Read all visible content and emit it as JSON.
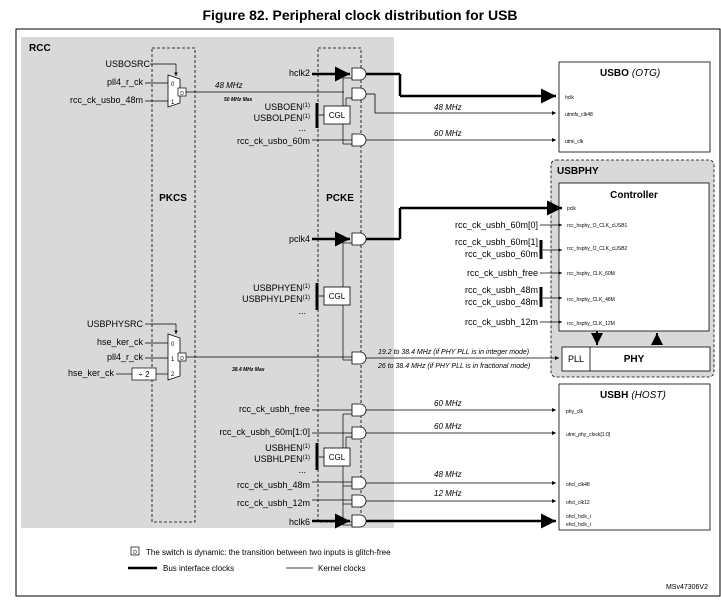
{
  "title": "Figure 82. Peripheral clock distribution for USB",
  "rcc": {
    "label": "RCC",
    "pkcs": "PKCS",
    "pcke": "PCKE",
    "mux1": {
      "sel": "USBOSRC",
      "in0": "pll4_r_ck",
      "in1": "rcc_ck_usbo_48m",
      "n0": "0",
      "n1": "1",
      "d": "D"
    },
    "mux2": {
      "sel": "USBPHYSRC",
      "in0": "hse_ker_ck",
      "in1": "pll4_r_ck",
      "in2": "hse_ker_ck",
      "n0": "0",
      "n1": "1",
      "n2": "2",
      "div": "÷ 2",
      "d": "D"
    },
    "cgl": "CGL",
    "en_group1": [
      "USBOEN",
      "USBOLPEN",
      "..."
    ],
    "en_group2": [
      "USBPHYEN",
      "USBPHYLPEN",
      "..."
    ],
    "en_group3": [
      "USBHEN",
      "USBHLPEN",
      "..."
    ],
    "sup": "(1)",
    "signals": {
      "hclk2": "hclk2",
      "rcc_ck_usbo_60m": "rcc_ck_usbo_60m",
      "pclk4": "pclk4",
      "rcc_ck_usbh_free": "rcc_ck_usbh_free",
      "rcc_ck_usbh_60m_1_0": "rcc_ck_usbh_60m[1:0]",
      "rcc_ck_usbh_48m": "rcc_ck_usbh_48m",
      "rcc_ck_usbh_12m": "rcc_ck_usbh_12m",
      "hclk6": "hclk6"
    }
  },
  "freq": {
    "f48_out": "48 MHz",
    "max50": "50 MHz Max",
    "f48": "48 MHz",
    "f60": "60 MHz",
    "max384": "38.4 MHz Max",
    "phy_int": "19.2 to  38.4 MHz (if PHY PLL is in integer mode)",
    "phy_frac": "26 to 38.4 MHz (if PHY PLL is in fractional mode)",
    "f60a": "60 MHz",
    "f60b": "60 MHz",
    "f48b": "48 MHz",
    "f12": "12 MHz"
  },
  "usbo": {
    "title": "USBO",
    "sub": "(OTG)",
    "ports": [
      "hclk",
      "utmifs_clk48",
      "utmi_clk"
    ]
  },
  "usbphy": {
    "title": "USBPHY",
    "controller": "Controller",
    "ports": [
      "pclk",
      "rcc_hsphy_O_CLK_cUSB1",
      "rcc_hsphy_O_CLK_cUSB2",
      "rcc_hsphy_CLK_60M",
      "rcc_hsphy_CLK_48M",
      "rcc_hsphy_CLK_12M"
    ],
    "inputs": [
      "rcc_ck_usbh_60m[0]",
      "rcc_ck_usbh_60m[1]",
      "rcc_ck_usbo_60m",
      "rcc_ck_usbh_free",
      "rcc_ck_usbh_48m",
      "rcc_ck_usbo_48m",
      "rcc_ck_usbh_12m"
    ],
    "pll": "PLL",
    "phy": "PHY"
  },
  "usbh": {
    "title": "USBH",
    "sub": "(HOST)",
    "ports": [
      "phy_clk",
      "utmi_phy_clock[1:0]",
      "ohci_clk48",
      "ohci_clk12",
      "ohci_hclk_i",
      "ehci_hclk_i"
    ]
  },
  "legend": {
    "d": "D",
    "dynamic": "The switch is dynamic: the transition between two inputs is glitch-free",
    "bus": "Bus interface clocks",
    "kernel": "Kernel clocks",
    "ref": "MSv47306V2"
  }
}
